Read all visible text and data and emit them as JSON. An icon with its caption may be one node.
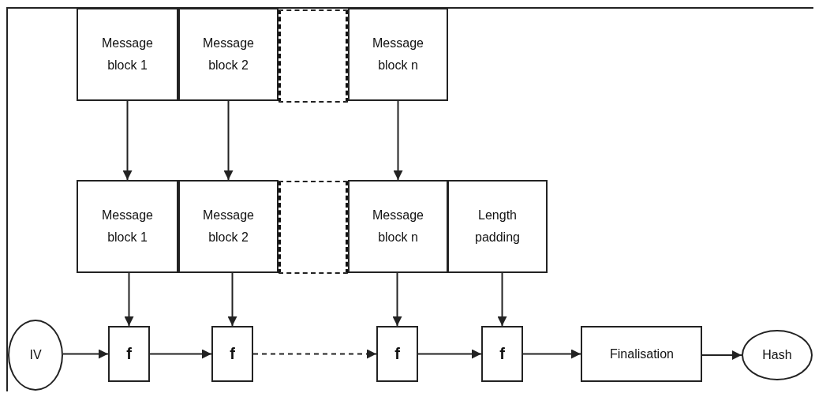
{
  "diagram": {
    "nodes": [
      {
        "text": [
          "Message block 1"
        ]
      },
      {
        "text": [
          "Message block 2"
        ]
      },
      {
        "text": [],
        "shape": "box"
      },
      {
        "text": [
          "Message block n"
        ]
      },
      {
        "text": [
          "Message block 1"
        ]
      },
      {
        "text": [
          "Message block 2"
        ]
      },
      {
        "text": [],
        "shape": "box"
      },
      {
        "text": [
          "Message block n"
        ]
      },
      {
        "text": [
          "Length padding"
        ]
      },
      {
        "text": [
          "IV"
        ]
      },
      {
        "text": [
          "f"
        ]
      },
      {
        "text": [
          "f"
        ]
      },
      {
        "text": [
          "f"
        ]
      },
      {
        "text": [
          "f"
        ]
      },
      {
        "text": [
          "Finalisation"
        ]
      },
      {
        "text": [
          "Hash"
        ]
      }
    ],
    "edges": [
      {
        "from": 0,
        "to": 4,
        "arrow": "to"
      },
      {
        "from": 1,
        "to": 5,
        "arrow": "to"
      },
      {
        "from": 3,
        "to": 7,
        "arrow": "to"
      },
      {
        "from": 4,
        "to": 10,
        "arrow": "to"
      },
      {
        "from": 5,
        "to": 11,
        "arrow": "to"
      },
      {
        "from": 7,
        "to": 12,
        "arrow": "to"
      },
      {
        "from": 8,
        "to": 13,
        "arrow": "to"
      },
      {
        "from": 9,
        "to": 10,
        "arrow": "to"
      },
      {
        "from": 10,
        "to": 11,
        "arrow": "to"
      },
      {
        "from": 11,
        "to": 12,
        "arrow": "to",
        "style": "dashed"
      },
      {
        "from": 12,
        "to": 13,
        "arrow": "to"
      },
      {
        "from": 13,
        "to": 14,
        "arrow": "to"
      },
      {
        "from": 14,
        "to": 15,
        "arrow": "to"
      }
    ]
  }
}
